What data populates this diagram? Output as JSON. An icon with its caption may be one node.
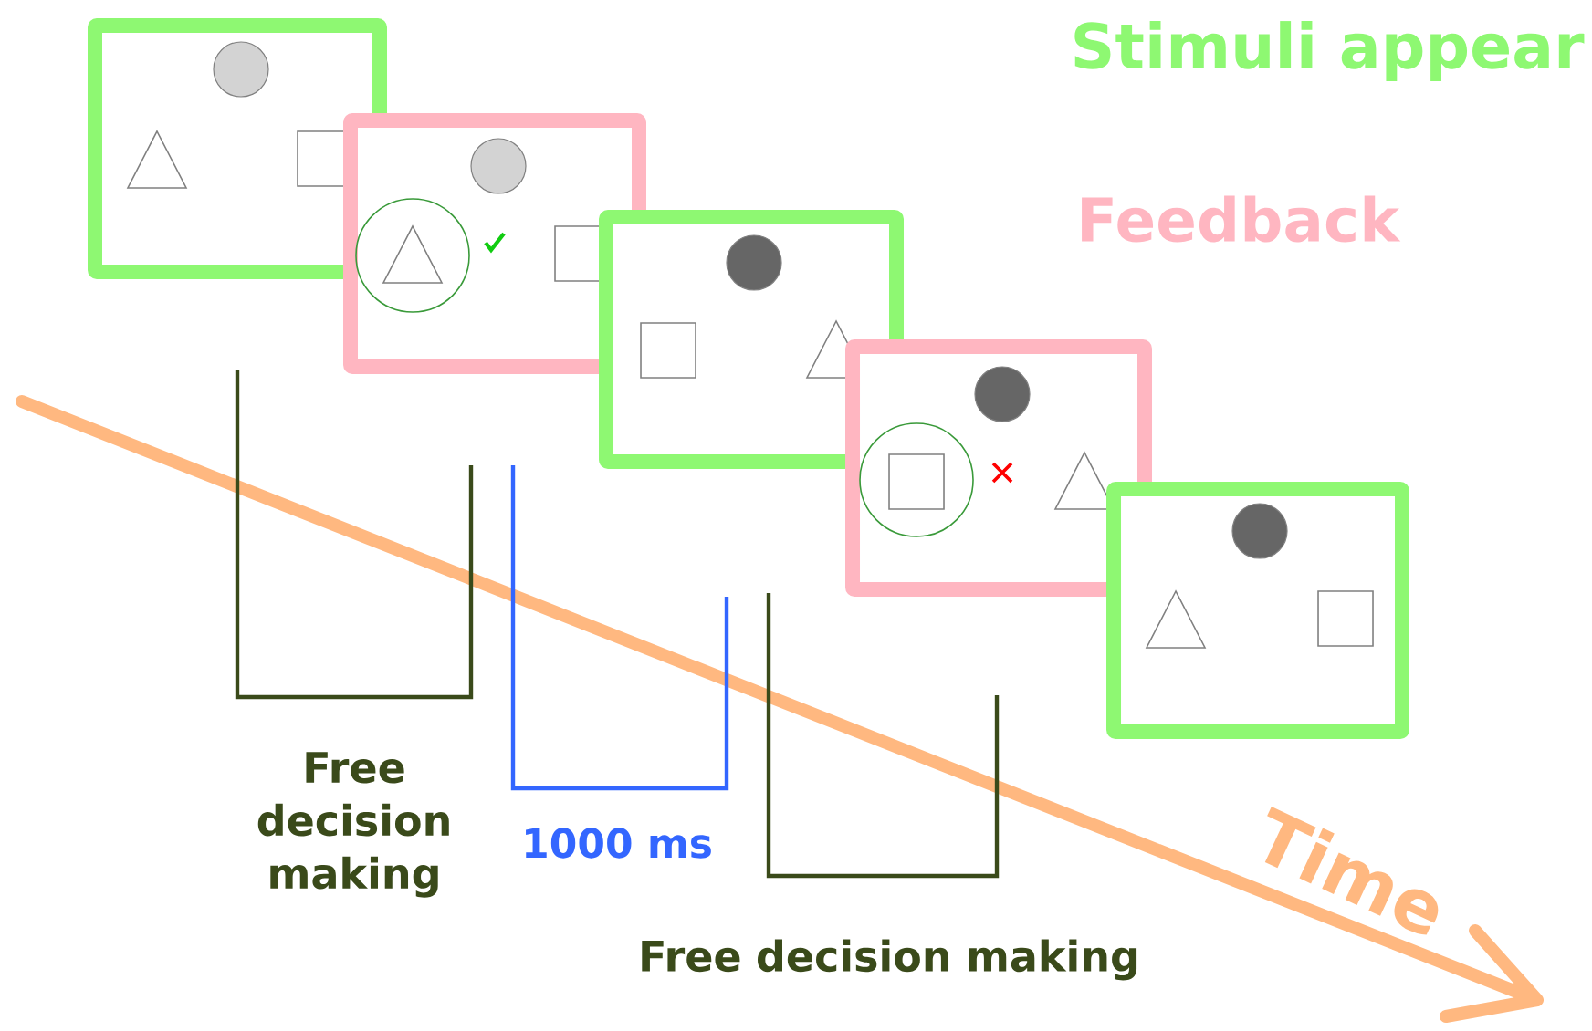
{
  "diagram": {
    "nodes": [
      {
        "text": [],
        "shape": "picture"
      },
      {
        "text": [],
        "shape": "picture"
      },
      {
        "text": [],
        "shape": "picture"
      },
      {
        "text": [],
        "shape": "picture"
      },
      {
        "text": [],
        "shape": "picture"
      }
    ],
    "labels": [
      "Stimuli appear",
      "Feedback",
      "Free decision making",
      "1000 ms",
      "Free decision making",
      "Time"
    ]
  }
}
